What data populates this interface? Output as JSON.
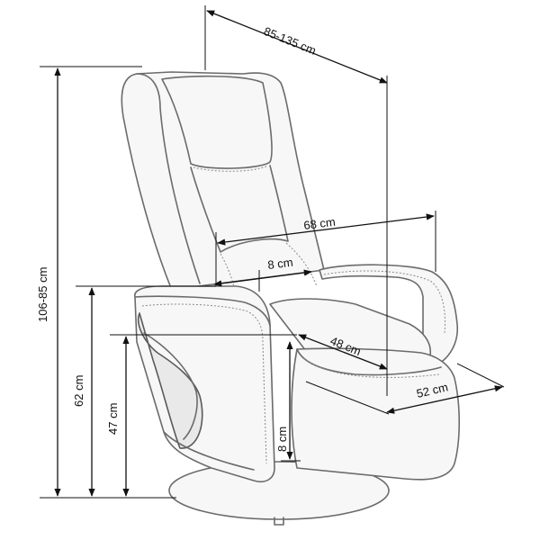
{
  "dimensions": {
    "depth_reclined": "85-135 cm",
    "height_range": "106-85 cm",
    "seat_width": "68 cm",
    "back_thickness": "8 cm",
    "armrest_height": "62 cm",
    "seat_height": "47 cm",
    "seat_depth": "48 cm",
    "footrest_depth": "52 cm",
    "footrest_thickness": "8 cm"
  },
  "colors": {
    "outline": "#6b6b6b",
    "dimension": "#111111"
  }
}
